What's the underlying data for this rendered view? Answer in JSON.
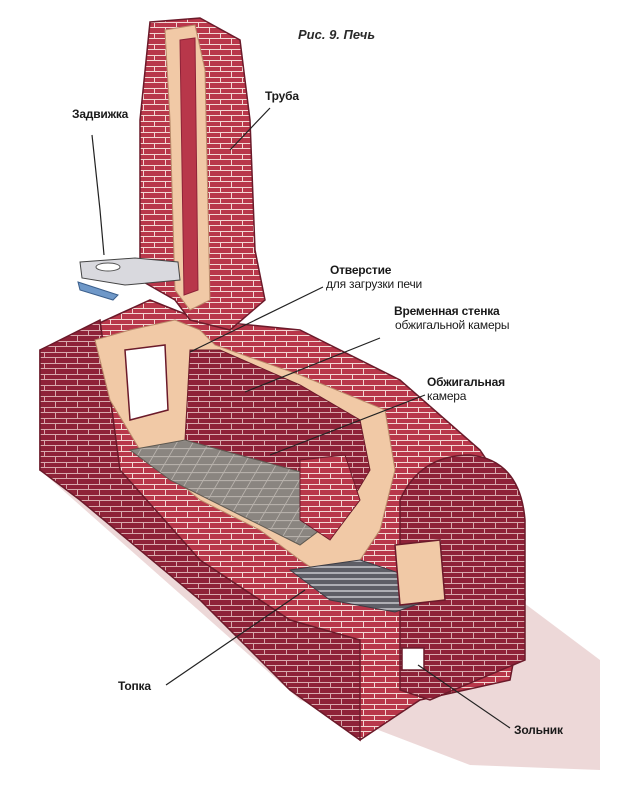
{
  "caption": "Рис. 9. Печь",
  "labels": {
    "damper": "Задвижка",
    "chimney": "Труба",
    "opening_line1": "Отверстие",
    "opening_line2": "для загрузки печи",
    "temp_wall_line1": "Временная стенка",
    "temp_wall_line2": "обжигальной камеры",
    "chamber_line1": "Обжигальная",
    "chamber_line2": "камера",
    "firebox": "Топка",
    "ashpit": "Зольник"
  },
  "colors": {
    "brick": "#b8374a",
    "brick_dark": "#8e2238",
    "mortar_lining": "#f1c9a6",
    "floor": "#8a8580",
    "grate": "#5e5e66",
    "ground": "#e3c3c3",
    "leader": "#222222"
  }
}
